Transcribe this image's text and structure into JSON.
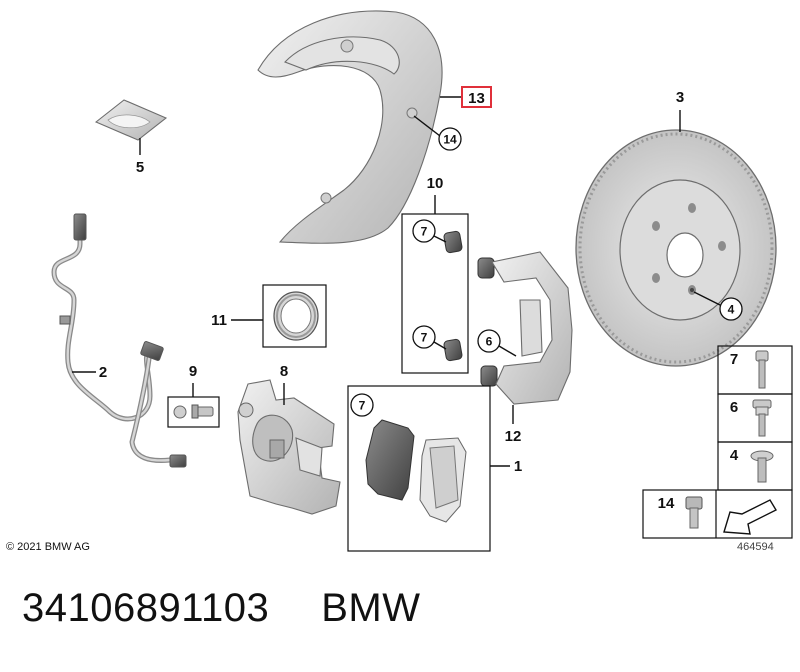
{
  "parts": {
    "n1": "1",
    "n2": "2",
    "n3": "3",
    "n4": "4",
    "n5": "5",
    "n6": "6",
    "n7": "7",
    "n8": "8",
    "n9": "9",
    "n10": "10",
    "n11": "11",
    "n12": "12",
    "n13": "13",
    "n14": "14"
  },
  "legend": {
    "n7": "7",
    "n6": "6",
    "n4": "4",
    "n14": "14"
  },
  "highlight_color": "#e0303a",
  "copyright": "© 2021 BMW AG",
  "image_number": "464594",
  "footer": {
    "part_number": "34106891103",
    "brand": "BMW"
  }
}
